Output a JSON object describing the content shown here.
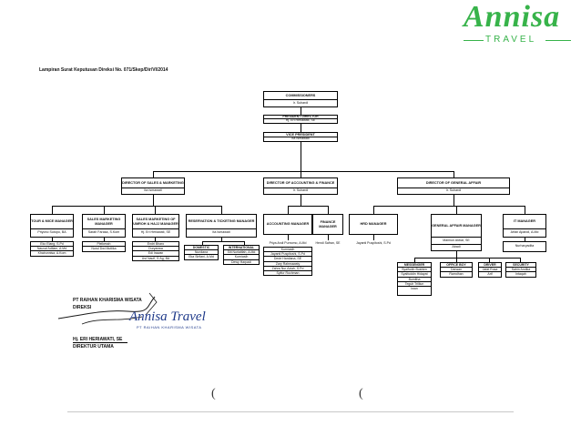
{
  "brand": {
    "name": "Annisa",
    "sub": "TRAVEL",
    "color": "#37b34a"
  },
  "caption": "Lampiran Surat Keputusan Direksi No. 071/Skep/Dir/VI/2014",
  "org": {
    "commissioner": {
      "title": "COMMISSIONERS",
      "name": "Ir. Suhardi"
    },
    "president": {
      "title": "PRESIDENT DIRECTOR",
      "name": "Hj. Eri Heriawati, SE"
    },
    "vice": {
      "title": "VICE PRESIDENT",
      "name": "Ita Ismawati"
    },
    "dir_sales": {
      "title": "DIRECTOR OF SALES & MARKETING",
      "name": "Ita Ismawati"
    },
    "dir_acct": {
      "title": "DIRECTOR OF ACCOUNTING & FINANCE",
      "name": "Ir. Suhardi"
    },
    "dir_ga": {
      "title": "DIRECTOR OF GENERAL AFFAIR",
      "name": "Ir. Suhardi"
    },
    "tour_mgr": {
      "title": "TOUR & MICE MANAGER",
      "name": "Priyono Sutopo, BA"
    },
    "sales_mgr": {
      "title": "SALES MARKETING MANAGER",
      "name": "Sarah Farasa, S.Kom"
    },
    "sales_umroh": {
      "title": "SALES MARKETING OF UMROH & HAJJ MANAGER",
      "name": "Hj. Eri Heriawati, SE"
    },
    "reservation": {
      "title": "RESERVATION & TICKETING MANAGER",
      "name": "Ita Ismawati"
    },
    "acct_mgr": {
      "title": "ACCOUNTING MANAGER",
      "name": "Priya Andi Purnomo, A.Md"
    },
    "finance_mgr": {
      "title": "FINANCE MANAGER",
      "name": "Hendi Safran, SE"
    },
    "hrd_mgr": {
      "title": "HRD MANAGER",
      "name": "Jayanti Puspitoshi, S.Pd"
    },
    "ga_mgr": {
      "title": "GENERAL AFFAIR MANAGER",
      "name": "Maimun Akbar, SE"
    },
    "it_mgr": {
      "title": "IT MANAGER",
      "name": "Arfan Apandi, A.Md"
    },
    "tour_staff": [
      "Eko Elang, S.Pd",
      "Nauval Adilam, A.Md",
      "Khairunnisa, A.Kom"
    ],
    "sales_staff": [
      "Pleikessh",
      "Nurul Dwi Mutlika"
    ],
    "umroh_staff": [
      "Endri Bharo",
      "Duryanwa",
      "Edi Irawan",
      "Ust Naufi, S.Ag, BA"
    ],
    "domestic": [
      "DOMESTIC",
      "Nurdiana",
      "Eka Sirfiani, A.Md"
    ],
    "international": [
      "INTERNATIONAL",
      "Siti Nurlatifah, A.Md",
      "Kurniasih",
      "Dewy Harpadi"
    ],
    "acct_staff": [
      "Kurniasih",
      "Jayanti Puspitoshi, S.Pd",
      "Dede Hardiana, SE",
      "Zary Rahmawaty",
      "Zahra Nur Aziah, S.Pd",
      "Syifur Rochman"
    ],
    "ga_sub": "Abadi",
    "it_sub": "Nurharyadita",
    "messenger": [
      "MESSENGER",
      "Syaifudin Bushkin",
      "Syaifuddin Hidayat",
      "Bumitha",
      "Teguh Trilliun",
      "Iwan"
    ],
    "officeboy": [
      "OFFICE BOY",
      "Darwan",
      "Ramdhan"
    ],
    "driver": [
      "DRIVER",
      "Jafat Rosa",
      "Arif"
    ],
    "security": [
      "SECURITY",
      "Sahin Andika",
      "Intaqah"
    ]
  },
  "signature": {
    "company": "PT RAIHAN KHARISMA WISATA",
    "role_top": "DIREKSI",
    "stamp": "Annisa Travel",
    "stamp_sub": "PT RAIHAN KHARISMA WISATA",
    "name": "Hj. ERI HERIAWATI, SE",
    "role": "DIREKTUR UTAMA"
  },
  "marks": [
    "(",
    "("
  ]
}
